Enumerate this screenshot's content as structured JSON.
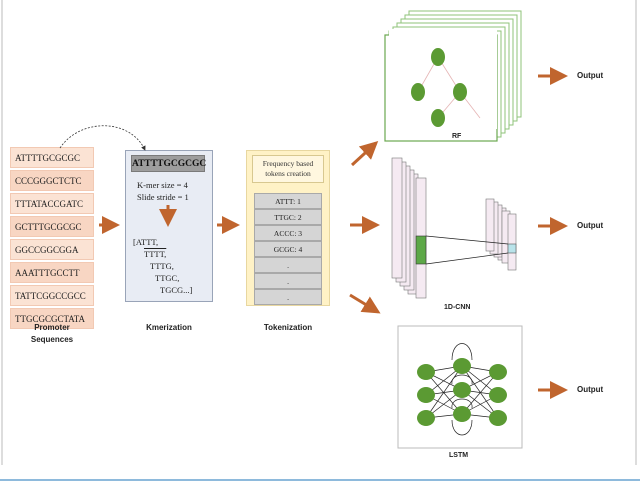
{
  "sequences": [
    "ATTTTGCGCGC",
    "CCCGGGCTCTC",
    "TTTATACCGATC",
    "GCTTTGCGCGC",
    "GGCCGGCGGA",
    "AAATTTGCCTT",
    "TATTCGGCCGCC",
    "TTGCGCGCTATA"
  ],
  "captions": {
    "promoter_line1": "Promoter",
    "promoter_line2": "Sequences",
    "kmerization": "Kmerization",
    "tokenization": "Tokenization"
  },
  "kmer": {
    "header": "ATTTTGCGCGC",
    "size_line": "K-mer size  = 4",
    "stride_line": "Slide stride = 1",
    "list": [
      "[ATTT,",
      "TTTT,",
      "TTTG,",
      "TTGC,",
      "TGCG...]"
    ]
  },
  "token": {
    "header_line1": "Frequency based",
    "header_line2": "tokens creation",
    "cells": [
      "ATTT: 1",
      "TTGC: 2",
      "ACCC: 3",
      "GCGC: 4",
      ".",
      ".",
      "."
    ]
  },
  "models": {
    "rf_label": "RF",
    "cnn_label": "1D-CNN",
    "lstm_label": "LSTM",
    "output_label": "Output"
  },
  "colors": {
    "node_green": "#5b9a33",
    "arrow": "#c0652e",
    "seq_bg": "#fbe3d4"
  }
}
